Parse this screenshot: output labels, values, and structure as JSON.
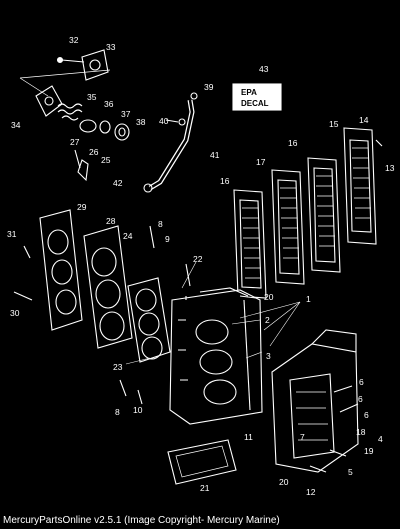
{
  "caption": "MercuryPartsOnline v2.5.1 (Image Copyright- Mercury Marine)",
  "decal": {
    "line1": "EPA",
    "line2": "DECAL"
  },
  "callouts": [
    "32",
    "33",
    "34",
    "35",
    "36",
    "37",
    "38",
    "39",
    "40",
    "41",
    "42",
    "43",
    "13",
    "14",
    "15",
    "16",
    "17",
    "16",
    "26",
    "25",
    "27",
    "29",
    "28",
    "24",
    "31",
    "30",
    "9",
    "8",
    "22",
    "23",
    "20",
    "1",
    "2",
    "3",
    "6",
    "6",
    "6",
    "4",
    "5",
    "11",
    "19",
    "18",
    "20",
    "12",
    "21",
    "8",
    "10",
    "7"
  ]
}
